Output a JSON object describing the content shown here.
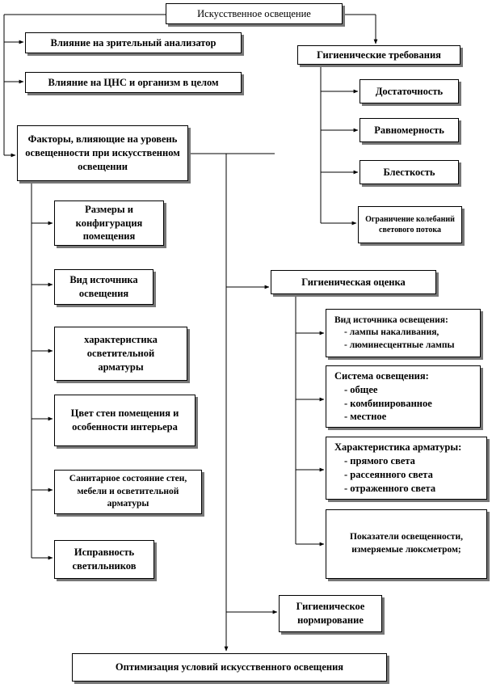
{
  "top": "Искусственное освещение",
  "left_top": {
    "visual": "Влияние на зрительный анализатор",
    "cns": "Влияние на ЦНС и организм в целом",
    "factors": "Факторы, влияющие на уровень освещенности при искусственном освещении"
  },
  "factors": [
    "Размеры и конфигурация помещения",
    "Вид источника освещения",
    "характеристика осветительной арматуры",
    "Цвет стен помещения и особенности интерьера",
    "Санитарное состояние стен, мебели и осветительной арматуры",
    "Исправность светильников"
  ],
  "requirements": {
    "title": "Гигиенические требования",
    "items": [
      "Достаточность",
      "Равномерность",
      "Блесткость",
      "Ограничение колебаний светового потока"
    ]
  },
  "assessment": {
    "title": "Гигиеническая оценка",
    "source": {
      "head": "Вид источника освещения:",
      "items": [
        "- лампы накаливания,",
        "- люминесцентные лампы"
      ]
    },
    "system": {
      "head": "Система освещения:",
      "items": [
        "- общее",
        "- комбинированное",
        "- местное"
      ]
    },
    "fixtures": {
      "head": "Характеристика арматуры:",
      "items": [
        "- прямого света",
        "- рассеянного света",
        "- отраженного света"
      ]
    },
    "indicators": "Показатели освещенности, измеряемые люксметром;"
  },
  "norm": "Гигиеническое нормирование",
  "optimization": "Оптимизация условий искусственного освещения"
}
